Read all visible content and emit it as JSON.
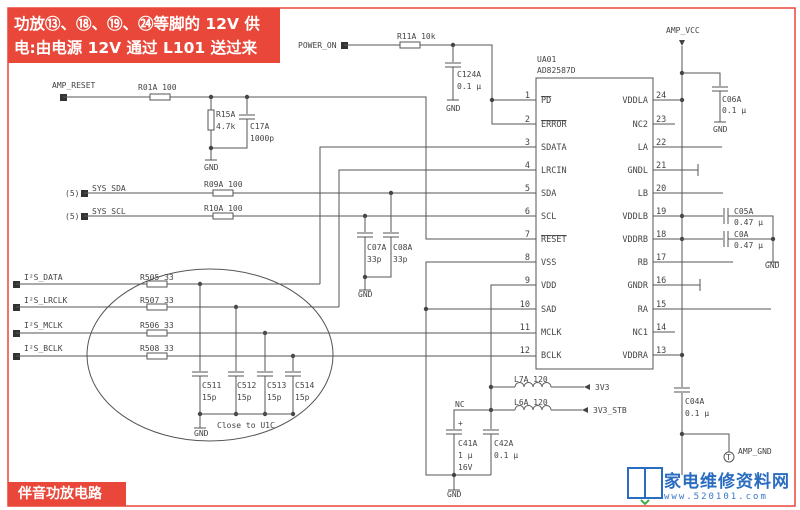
{
  "header": {
    "line1": "功放⑬、⑱、⑲、㉔等脚的 12V 供",
    "line2": "电:由电源 12V 通过 L101 送过来"
  },
  "footer": {
    "title": "伴音功放电路"
  },
  "ic": {
    "ref": "UA01",
    "part": "AD82587D",
    "left_pins": [
      {
        "num": "1",
        "name": "PD",
        "active_low": true
      },
      {
        "num": "2",
        "name": "ERROR",
        "active_low": true
      },
      {
        "num": "3",
        "name": "SDATA"
      },
      {
        "num": "4",
        "name": "LRCIN"
      },
      {
        "num": "5",
        "name": "SDA"
      },
      {
        "num": "6",
        "name": "SCL"
      },
      {
        "num": "7",
        "name": "RESET",
        "active_low": true
      },
      {
        "num": "8",
        "name": "VSS"
      },
      {
        "num": "9",
        "name": "VDD"
      },
      {
        "num": "10",
        "name": "SAD"
      },
      {
        "num": "11",
        "name": "MCLK"
      },
      {
        "num": "12",
        "name": "BCLK"
      }
    ],
    "right_pins": [
      {
        "num": "24",
        "name": "VDDLA"
      },
      {
        "num": "23",
        "name": "NC2"
      },
      {
        "num": "22",
        "name": "LA"
      },
      {
        "num": "21",
        "name": "GNDL"
      },
      {
        "num": "20",
        "name": "LB"
      },
      {
        "num": "19",
        "name": "VDDLB"
      },
      {
        "num": "18",
        "name": "VDDRB"
      },
      {
        "num": "17",
        "name": "RB"
      },
      {
        "num": "16",
        "name": "GNDR"
      },
      {
        "num": "15",
        "name": "RA"
      },
      {
        "num": "14",
        "name": "NC1"
      },
      {
        "num": "13",
        "name": "VDDRA"
      }
    ]
  },
  "nets": {
    "power_on": "POWER_ON",
    "amp_vcc": "AMP_VCC",
    "amp_reset": "AMP_RESET",
    "sheet_ref": "(5)",
    "sys_sda": "SYS_SDA",
    "sys_scl": "SYS_SCL",
    "i2s_data": "I²S_DATA",
    "i2s_lrclk": "I²S_LRCLK",
    "i2s_mclk": "I²S_MCLK",
    "i2s_bclk": "I²S_BCLK",
    "v3v3": "3V3",
    "v3v3_stb": "3V3_STB",
    "amp_gnd": "AMP_GND",
    "gnd": "GND",
    "nc": "NC",
    "test_point": "T"
  },
  "components": {
    "r11a": "R11A 10k",
    "c124a": "C124A",
    "c124a_val": "0.1 μ",
    "c06a": "C06A",
    "c06a_val": "0.1 μ",
    "r01a": "R01A 100",
    "r15a": "R15A",
    "r15a_val": "4.7k",
    "c17a": "C17A",
    "c17a_val": "1000p",
    "r09a": "R09A 100",
    "r10a": "R10A 100",
    "c07a": "C07A",
    "c07a_val": "33p",
    "c08a": "C08A",
    "c08a_val": "33p",
    "r505": "R505 33",
    "r507": "R507 33",
    "r506": "R506 33",
    "r508": "R508 33",
    "c511": "C511",
    "c512": "C512",
    "c513": "C513",
    "c514": "C514",
    "c51x_val": "15p",
    "c05a": "C05A",
    "c05a_val": "0.47 μ",
    "c0a": "C0A",
    "c0a_val": "0.47 μ",
    "l7a": "L7A 120",
    "l6a": "L6A 120",
    "c41a": "C41A",
    "c41a_val": "1 μ",
    "c41a_volt": "16V",
    "c41a_plus": "+",
    "c42a": "C42A",
    "c42a_val": "0.1 μ",
    "c04a": "C04A",
    "c04a_val": "0.1 μ"
  },
  "note": "Close to U1C",
  "logo": {
    "name": "家电维修资料网",
    "url": "www.520101.com"
  },
  "colors": {
    "accent": "#e8473a",
    "logo": "#2a6cc0",
    "wire": "#555555"
  }
}
